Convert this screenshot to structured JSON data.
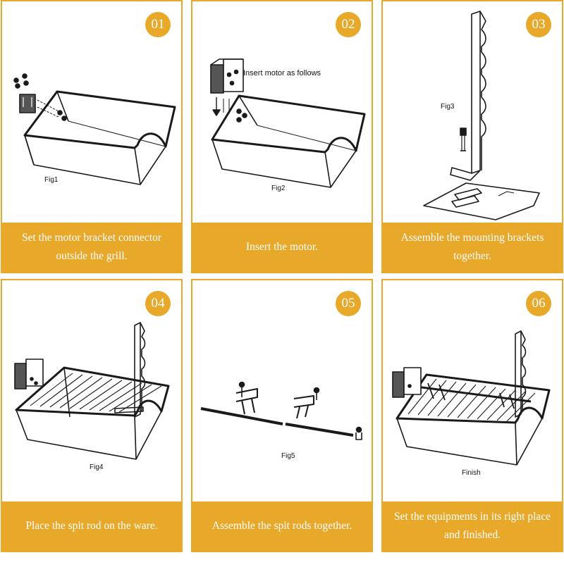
{
  "colors": {
    "accent": "#e8a82a",
    "ink": "#1a1a1a",
    "background": "#ffffff"
  },
  "steps": [
    {
      "number": "01",
      "caption": "Set the motor bracket connector outside the grill.",
      "figure_label": "Fig1",
      "illustration": "grill-tray-with-bracket"
    },
    {
      "number": "02",
      "caption": "Insert the motor.",
      "figure_label": "Fig2",
      "note": "Insert motor as follows",
      "illustration": "grill-tray-with-motor"
    },
    {
      "number": "03",
      "caption": "Assemble the mounting brackets together.",
      "figure_label": "Fig3",
      "illustration": "mounting-bracket"
    },
    {
      "number": "04",
      "caption": "Place the spit rod on the ware.",
      "figure_label": "Fig4",
      "illustration": "grill-with-rack"
    },
    {
      "number": "05",
      "caption": "Assemble the spit rods together.",
      "figure_label": "Fig5",
      "illustration": "spit-rod-parts"
    },
    {
      "number": "06",
      "caption": "Set the equipments in its right place and finished.",
      "figure_label": "Finish",
      "illustration": "finished-rotisserie"
    }
  ]
}
